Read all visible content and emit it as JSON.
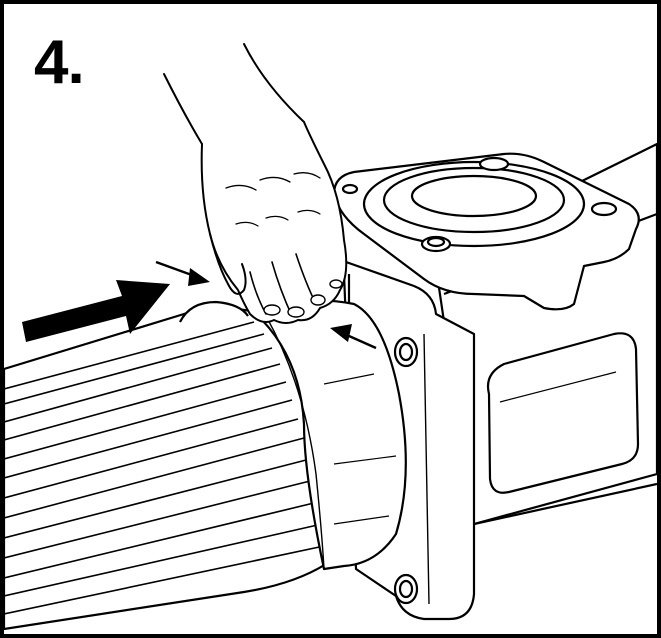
{
  "step": {
    "number_label": "4."
  },
  "illustration": {
    "subject": "hand-holding-motor-against-pump-flange",
    "line_color": "#000000",
    "fill_color": "#ffffff",
    "arrows": [
      "push-arrow-large",
      "pointer-arrow-upper",
      "pointer-arrow-lower"
    ]
  }
}
